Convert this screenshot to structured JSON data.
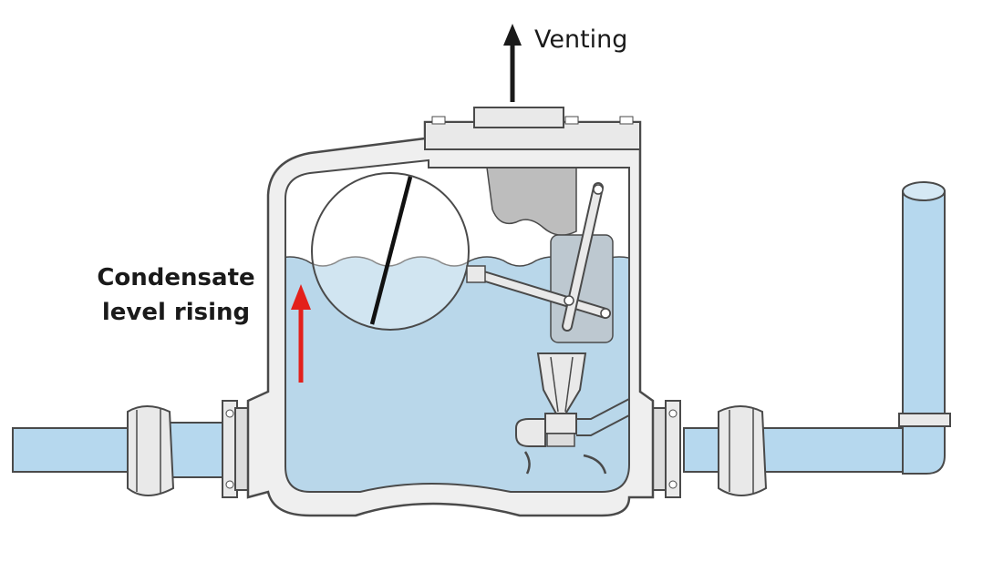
{
  "labels": {
    "venting": "Venting",
    "condensate_line1": "Condensate",
    "condensate_line2": "level rising"
  },
  "colors": {
    "water": "#b9d7ea",
    "pipe": "#b6d8ee",
    "body": "#efefef",
    "outline": "#4a4a4a",
    "steam_space": "#ffffff",
    "arrow_up": "#e3201b",
    "vent_arrow": "#1a1a1a",
    "shadow_part": "#bdbdbd"
  },
  "icons": {
    "vent": "arrow-up-icon",
    "level": "red-arrow-up-icon"
  }
}
